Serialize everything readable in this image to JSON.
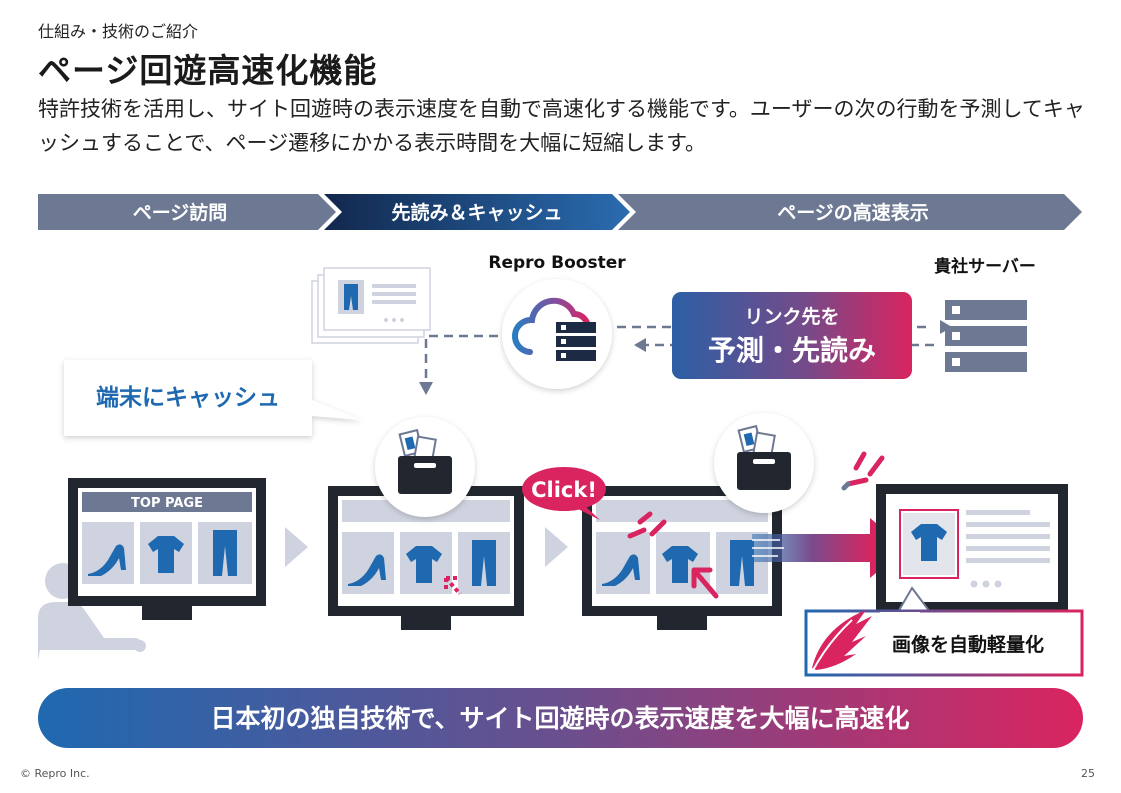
{
  "header": {
    "eyebrow": "仕組み・技術のご紹介",
    "title": "ページ回遊高速化機能",
    "description": "特許技術を活用し、サイト回遊時の表示速度を自動で高速化する機能です。ユーザーの次の行動を予測してキャッシュすることで、ページ遷移にかかる表示時間を大幅に短縮します。"
  },
  "steps": [
    {
      "label": "ページ訪問",
      "color": "#6d7892"
    },
    {
      "label": "先読み＆キャッシュ",
      "color": "#1d3f72"
    },
    {
      "label": "ページの高速表示",
      "color": "#6d7892"
    }
  ],
  "diagram": {
    "booster_label": "Repro Booster",
    "server_label": "貴社サーバー",
    "predict_line1": "リンク先を",
    "predict_line2": "予測・先読み",
    "cache_callout": "端末にキャッシュ",
    "top_page_label": "TOP PAGE",
    "click_label": "Click!",
    "image_light_label": "画像を自動軽量化"
  },
  "banner": {
    "text": "日本初の独自技術で、サイト回遊時の表示速度を大幅に高速化"
  },
  "footer": {
    "copyright": "© Repro Inc.",
    "page_number": "25"
  },
  "colors": {
    "blue": "#1f69b0",
    "navy": "#1d3f72",
    "pink": "#d9245f",
    "gray": "#6d7892",
    "light_gray": "#cfd3df"
  }
}
